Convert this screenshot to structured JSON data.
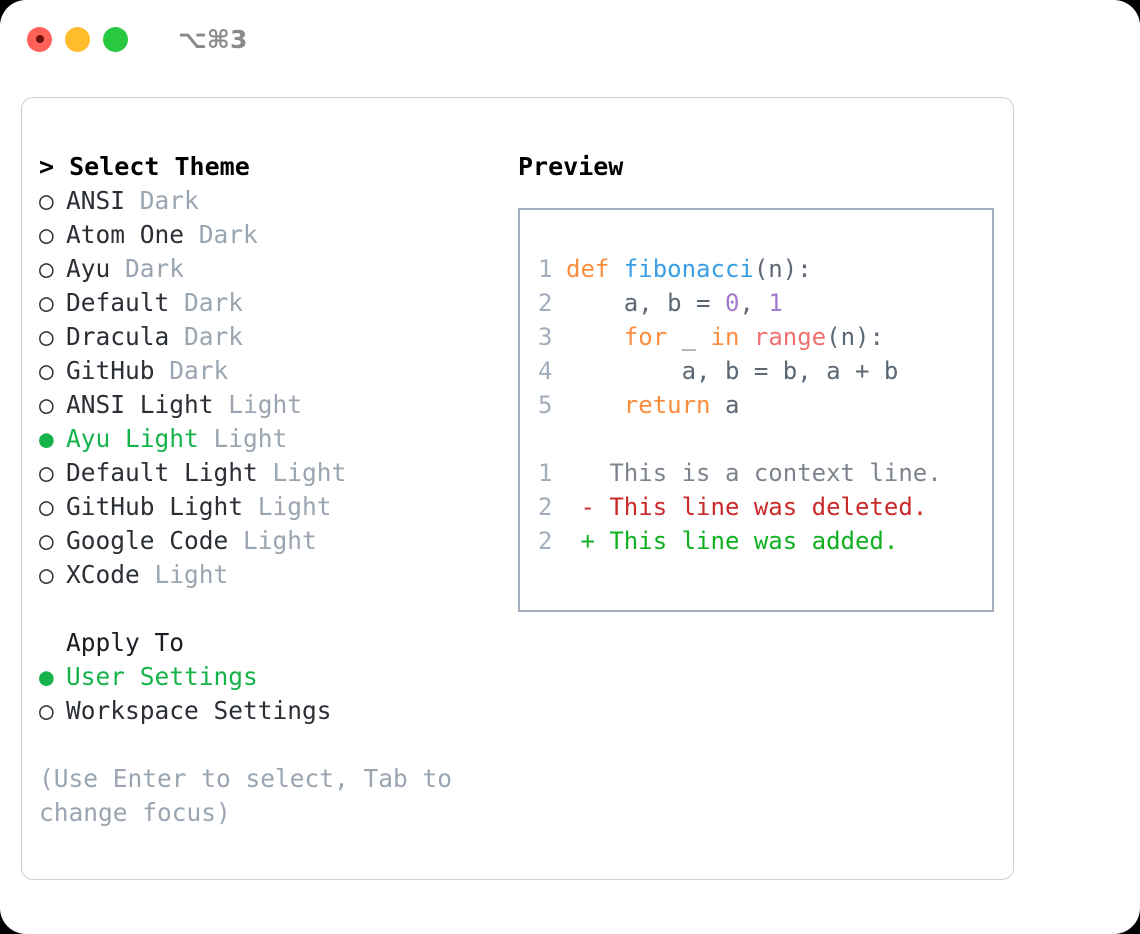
{
  "window": {
    "shortcut": "⌥⌘3",
    "traffic_lights": [
      "close",
      "minimize",
      "zoom"
    ]
  },
  "left": {
    "prompt": ">",
    "title": "Select Theme",
    "radio_unselected_glyph": "○",
    "radio_selected_glyph": "●",
    "themes": [
      {
        "name": "ANSI",
        "kind": "Dark",
        "selected": false
      },
      {
        "name": "Atom One",
        "kind": "Dark",
        "selected": false
      },
      {
        "name": "Ayu",
        "kind": "Dark",
        "selected": false
      },
      {
        "name": "Default",
        "kind": "Dark",
        "selected": false
      },
      {
        "name": "Dracula",
        "kind": "Dark",
        "selected": false
      },
      {
        "name": "GitHub",
        "kind": "Dark",
        "selected": false
      },
      {
        "name": "ANSI Light",
        "kind": "Light",
        "selected": false
      },
      {
        "name": "Ayu Light",
        "kind": "Light",
        "selected": true
      },
      {
        "name": "Default Light",
        "kind": "Light",
        "selected": false
      },
      {
        "name": "GitHub Light",
        "kind": "Light",
        "selected": false
      },
      {
        "name": "Google Code",
        "kind": "Light",
        "selected": false
      },
      {
        "name": "XCode",
        "kind": "Light",
        "selected": false
      }
    ],
    "apply_to_title": "Apply To",
    "apply_to": [
      {
        "name": "User Settings",
        "selected": true
      },
      {
        "name": "Workspace Settings",
        "selected": false
      }
    ],
    "hint": "(Use Enter to select, Tab to change focus)"
  },
  "preview": {
    "title": "Preview",
    "code_lines": [
      {
        "no": "1",
        "tokens": [
          {
            "t": "def ",
            "c": "kw"
          },
          {
            "t": "fibonacci",
            "c": "fn"
          },
          {
            "t": "(n):",
            "c": "punc"
          }
        ]
      },
      {
        "no": "2",
        "tokens": [
          {
            "t": "    a, b = ",
            "c": "txt"
          },
          {
            "t": "0",
            "c": "num"
          },
          {
            "t": ", ",
            "c": "punc"
          },
          {
            "t": "1",
            "c": "num"
          }
        ]
      },
      {
        "no": "3",
        "tokens": [
          {
            "t": "    ",
            "c": "txt"
          },
          {
            "t": "for",
            "c": "kw"
          },
          {
            "t": " _ ",
            "c": "txt"
          },
          {
            "t": "in",
            "c": "kw"
          },
          {
            "t": " ",
            "c": "txt"
          },
          {
            "t": "range",
            "c": "bi"
          },
          {
            "t": "(n):",
            "c": "punc"
          }
        ]
      },
      {
        "no": "4",
        "tokens": [
          {
            "t": "        a, b = b, a + b",
            "c": "txt"
          }
        ]
      },
      {
        "no": "5",
        "tokens": [
          {
            "t": "    ",
            "c": "txt"
          },
          {
            "t": "return",
            "c": "kw"
          },
          {
            "t": " a",
            "c": "txt"
          }
        ]
      }
    ],
    "diff_lines": [
      {
        "no": "1",
        "sign": " ",
        "text": "This is a context line.",
        "kind": "context"
      },
      {
        "no": "2",
        "sign": "-",
        "text": "This line was deleted.",
        "kind": "del"
      },
      {
        "no": "2",
        "sign": "+",
        "text": "This line was added.",
        "kind": "add"
      }
    ]
  },
  "colors": {
    "accent_green": "#16b34a",
    "muted_gray": "#9aa5b1",
    "keyword_orange": "#fa8d3e",
    "function_blue": "#399ee6",
    "number_purple": "#a37acc",
    "builtin_red": "#f07171",
    "diff_del_red": "#c92a2a",
    "diff_add_green": "#11b021"
  }
}
